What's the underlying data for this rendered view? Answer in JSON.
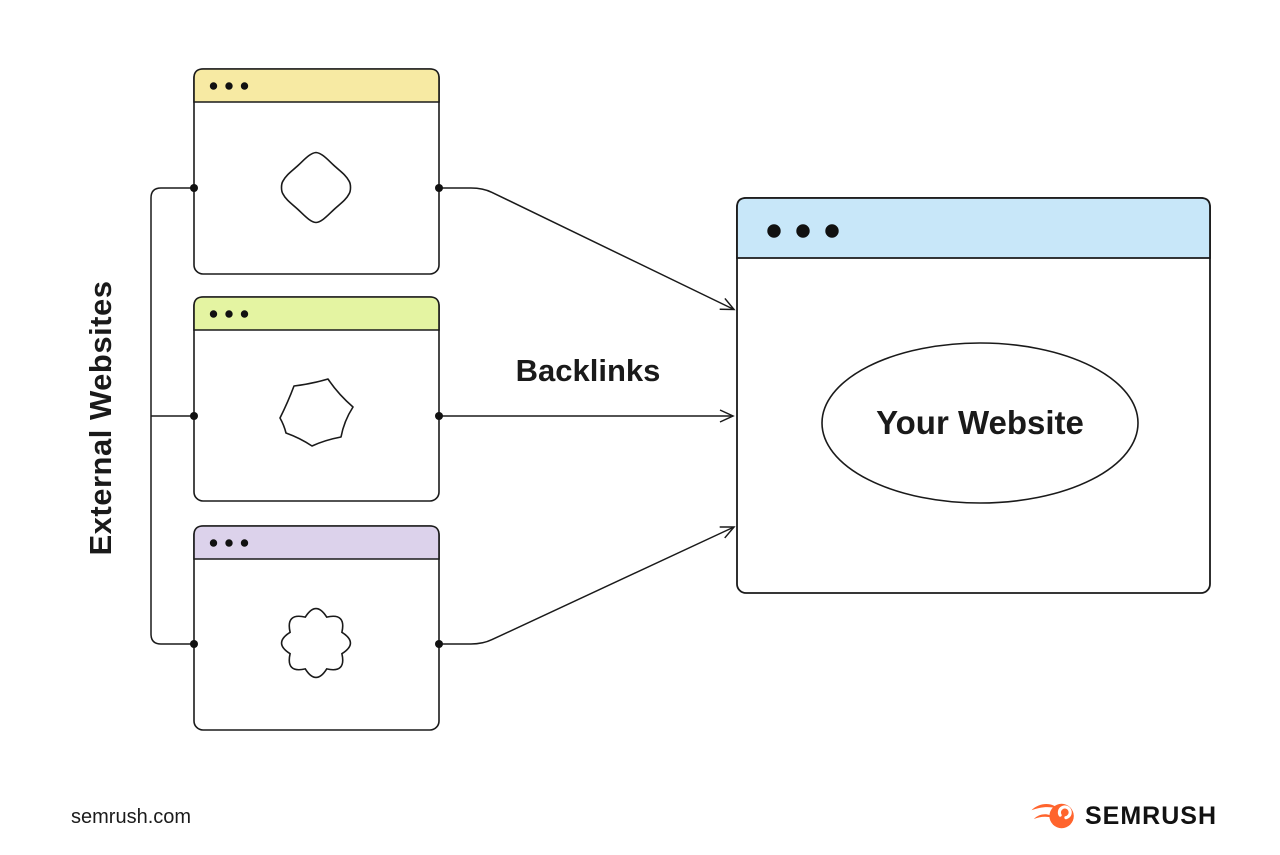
{
  "diagram": {
    "external_label": "External Websites",
    "backlinks_label": "Backlinks",
    "main_site_label": "Your Website",
    "external_windows": [
      {
        "id": "external-website-1",
        "header_color": "#F7EAA3",
        "icon": "diamond-blob-icon"
      },
      {
        "id": "external-website-2",
        "header_color": "#E4F4A2",
        "icon": "star-blob-icon"
      },
      {
        "id": "external-website-3",
        "header_color": "#DCD2EB",
        "icon": "flower-blob-icon"
      }
    ],
    "main_window": {
      "id": "your-website-window",
      "header_color": "#C8E7F9"
    },
    "line_color": "#1a1a1a"
  },
  "footer": {
    "source": "semrush.com",
    "brand": "SEMRUSH",
    "brand_color": "#FF642D"
  }
}
